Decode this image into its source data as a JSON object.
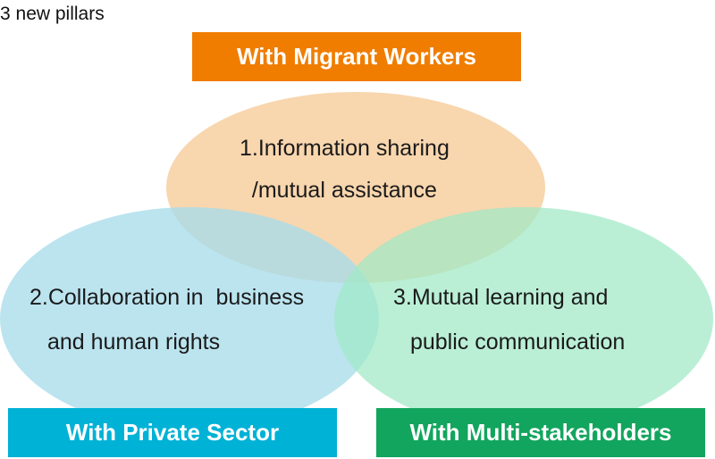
{
  "title": "3 new pillars",
  "pillars": [
    {
      "id": "migrant-workers",
      "group_label": "With Migrant Workers",
      "line1": "1.Information sharing",
      "line2": "  /mutual assistance",
      "fill_color": "#F7CFA0",
      "label_color": "#F07D00"
    },
    {
      "id": "private-sector",
      "group_label": "With Private Sector",
      "line1": "2.Collaboration in  business",
      "line2": " and human rights",
      "fill_color": "#A8DCEB",
      "label_color": "#00B2D6"
    },
    {
      "id": "multi-stakeholders",
      "group_label": "With Multi-stakeholders",
      "line1": "3.Mutual learning and",
      "line2": " public communication",
      "fill_color": "#9FE9C6",
      "label_color": "#12A55E"
    }
  ]
}
